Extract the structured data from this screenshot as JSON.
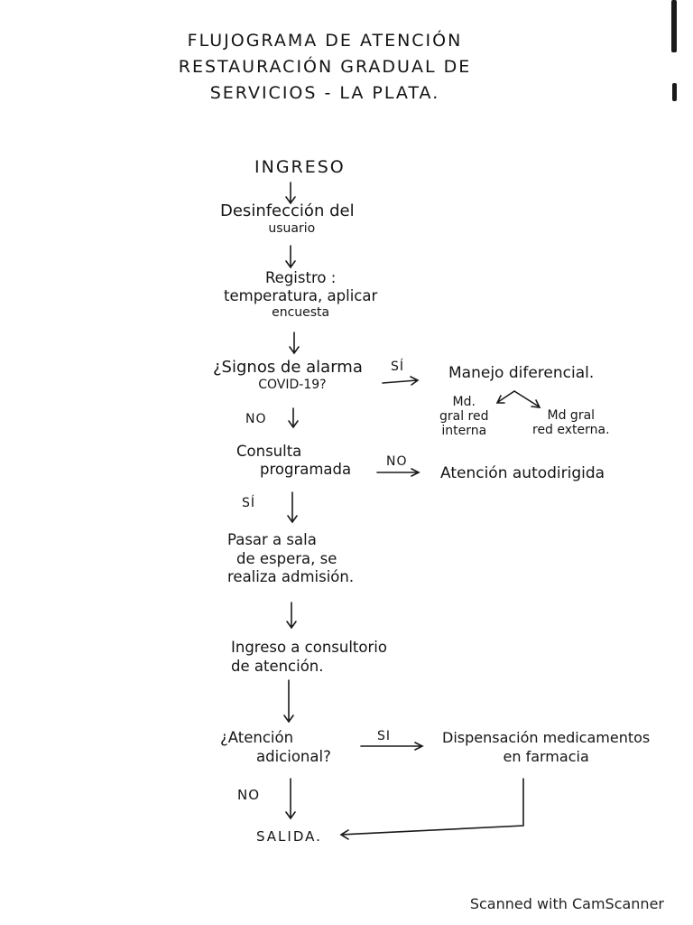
{
  "title": {
    "line1": "FLUJOGRAMA DE ATENCIÓN",
    "line2": "RESTAURACIÓN GRADUAL DE",
    "line3": "SERVICIOS - LA PLATA."
  },
  "nodes": {
    "ingreso": "INGRESO",
    "desinfeccion": [
      "Desinfección del",
      "usuario"
    ],
    "registro": [
      "Registro :",
      "temperatura, aplicar",
      "encuesta"
    ],
    "signos": [
      "¿Signos de alarma",
      "COVID-19?"
    ],
    "manejo": "Manejo diferencial.",
    "md_interna": [
      "Md.",
      "gral red",
      "interna"
    ],
    "md_externa": [
      "Md gral",
      "red externa."
    ],
    "consulta": [
      "Consulta",
      "programada"
    ],
    "autodirigida": "Atención autodirigida",
    "sala": [
      "Pasar a sala",
      "de espera, se",
      "realiza admisión."
    ],
    "consultorio": [
      "Ingreso a consultorio",
      "de atención."
    ],
    "adicional": [
      "¿Atención",
      "adicional?"
    ],
    "dispensacion": [
      "Dispensación medicamentos",
      "en farmacia"
    ],
    "salida": "SALIDA."
  },
  "labels": {
    "si_covid": "SÍ",
    "no_covid": "NO",
    "no_consulta": "NO",
    "si_consulta": "SÍ",
    "si_adicional": "SI",
    "no_adicional": "NO"
  },
  "footer": "Scanned with CamScanner"
}
